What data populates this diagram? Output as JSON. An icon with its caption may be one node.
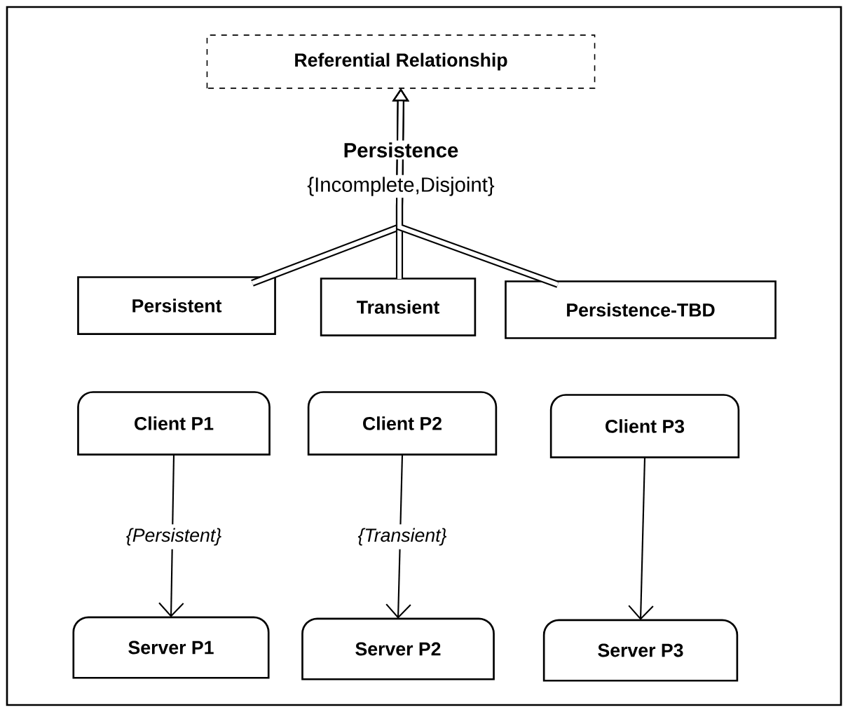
{
  "diagram": {
    "nodes": [
      {
        "text": [
          "Referential Relationship"
        ]
      },
      {
        "text": [
          "Persistent"
        ]
      },
      {
        "text": [
          "Transient"
        ]
      },
      {
        "text": [
          "Persistence-TBD"
        ]
      },
      {
        "text": [
          "Client P1"
        ]
      },
      {
        "text": [
          "Client P2"
        ]
      },
      {
        "text": [
          "Client P3"
        ]
      },
      {
        "text": [
          "Server P1"
        ]
      },
      {
        "text": [
          "Server P2"
        ]
      },
      {
        "text": [
          "Server P3"
        ]
      }
    ],
    "edges": [
      {
        "from": 1,
        "to": 0,
        "arrow": "to",
        "style": "thick"
      },
      {
        "from": 2,
        "to": 0,
        "arrow": "to",
        "style": "thick"
      },
      {
        "from": 3,
        "to": 0,
        "arrow": "to",
        "style": "thick"
      },
      {
        "from": 4,
        "to": 7,
        "arrow": "to",
        "label": "{Persistent}"
      },
      {
        "from": 5,
        "to": 8,
        "arrow": "to",
        "label": "{Transient}"
      },
      {
        "from": 6,
        "to": 9,
        "arrow": "to"
      }
    ],
    "labels": [
      "Persistence",
      "{Incomplete,Disjoint}"
    ]
  }
}
